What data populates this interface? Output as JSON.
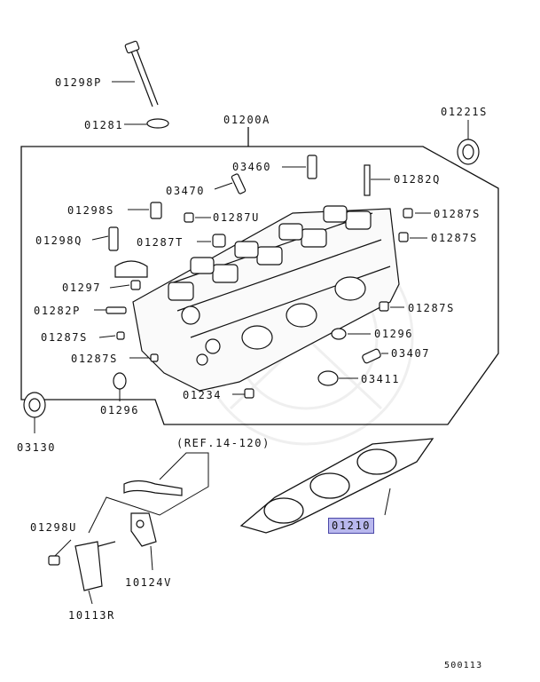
{
  "diagram": {
    "labels": {
      "p01298P": "01298P",
      "p01281": "01281",
      "p01200A": "01200A",
      "p01221S": "01221S",
      "p03460": "03460",
      "p01282Q": "01282Q",
      "p03470": "03470",
      "p01298S": "01298S",
      "p01287U": "01287U",
      "p01287S_a": "01287S",
      "p01298Q": "01298Q",
      "p01287T": "01287T",
      "p01287S_b": "01287S",
      "p01297": "01297",
      "p01282P": "01282P",
      "p01287S_c": "01287S",
      "p01287S_d": "01287S",
      "p01296_a": "01296",
      "p01287S_e": "01287S",
      "p03407": "03407",
      "p03411": "03411",
      "p01234": "01234",
      "p01296_b": "01296",
      "p03130": "03130",
      "ref": "(REF.14-120)",
      "p01298U": "01298U",
      "p01210": "01210",
      "p10124V": "10124V",
      "p10113R": "10113R",
      "code": "500113"
    },
    "colors": {
      "line": "#111111",
      "highlight_fill": "#b9b8ee",
      "highlight_border": "#4b48a8"
    }
  }
}
